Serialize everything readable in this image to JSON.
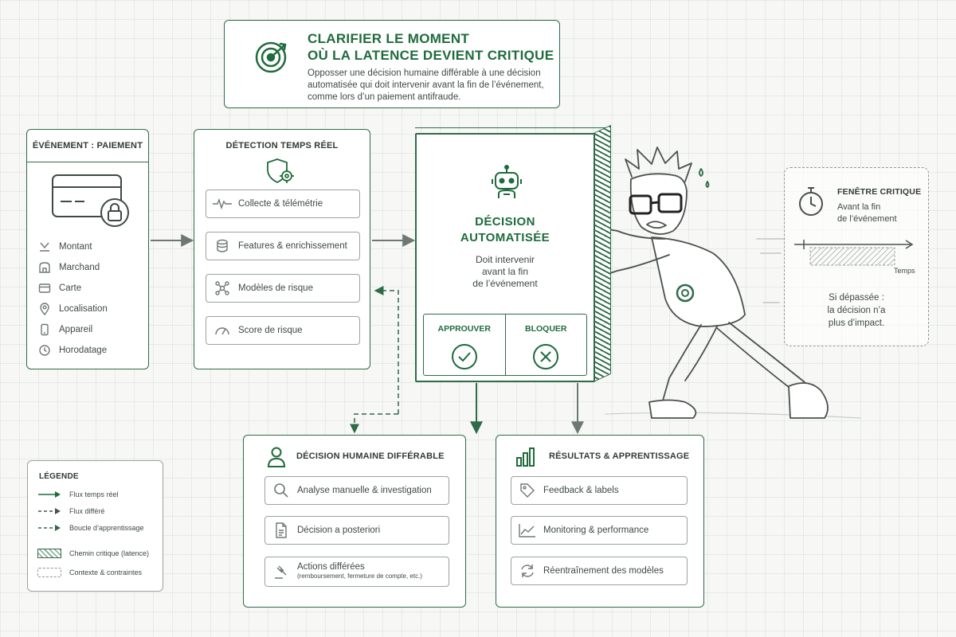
{
  "header": {
    "title_line1": "CLARIFIER LE MOMENT",
    "title_line2": "OÙ LA LATENCE DEVIENT CRITIQUE",
    "subtitle": "Opposser une décision humaine différable à une décision automatisée qui doit intervenir avant la fin de l’événement, comme lors d’un paiement antifraude."
  },
  "event": {
    "title": "ÉVÉNEMENT : PAIEMENT",
    "attributes": [
      {
        "label": "Montant",
        "icon": "scale-icon"
      },
      {
        "label": "Marchand",
        "icon": "store-icon"
      },
      {
        "label": "Carte",
        "icon": "card-icon"
      },
      {
        "label": "Localisation",
        "icon": "pin-icon"
      },
      {
        "label": "Appareil",
        "icon": "phone-icon"
      },
      {
        "label": "Horodatage",
        "icon": "clock-icon"
      }
    ]
  },
  "detection": {
    "title": "DÉTECTION TEMPS RÉEL",
    "steps": [
      {
        "label": "Collecte & télémétrie",
        "icon": "pulse-icon"
      },
      {
        "label": "Features & enrichissement",
        "icon": "database-icon"
      },
      {
        "label": "Modèles de risque",
        "icon": "network-icon"
      },
      {
        "label": "Score de risque",
        "icon": "gauge-icon"
      }
    ]
  },
  "decision": {
    "title_line1": "DÉCISION",
    "title_line2": "AUTOMATISÉE",
    "desc_line1": "Doit intervenir",
    "desc_line2": "avant la fin",
    "desc_line3": "de l’événement",
    "approve": "APPROUVER",
    "block": "BLOQUER"
  },
  "window": {
    "title": "FENÊTRE CRITIQUE",
    "sub_line1": "Avant la fin",
    "sub_line2": "de l’événement",
    "axis": "Temps",
    "note_line1": "Si dépassée :",
    "note_line2": "la décision n’a",
    "note_line3": "plus d’impact."
  },
  "human": {
    "title": "DÉCISION HUMAINE DIFFÉRABLE",
    "steps": [
      {
        "label": "Analyse manuelle & investigation",
        "icon": "search-icon"
      },
      {
        "label": "Décision a posteriori",
        "icon": "document-icon"
      },
      {
        "label": "Actions différées",
        "sub": "(remboursement, fermeture de compte, etc.)",
        "icon": "gavel-icon"
      }
    ]
  },
  "results": {
    "title": "RÉSULTATS & APPRENTISSAGE",
    "steps": [
      {
        "label": "Feedback & labels",
        "icon": "tag-icon"
      },
      {
        "label": "Monitoring & performance",
        "icon": "trend-icon"
      },
      {
        "label": "Réentraînement des modèles",
        "icon": "refresh-icon"
      }
    ]
  },
  "legend": {
    "title": "LÉGENDE",
    "items": [
      {
        "label": "Flux temps réel"
      },
      {
        "label": "Flux différé"
      },
      {
        "label": "Boucle d’apprentissage"
      },
      {
        "label": "Chemin critique (latence)"
      },
      {
        "label": "Contexte & contraintes"
      }
    ]
  },
  "colors": {
    "accent": "#1f6b3c",
    "line": "#2f6b47",
    "muted": "#6e7872"
  }
}
